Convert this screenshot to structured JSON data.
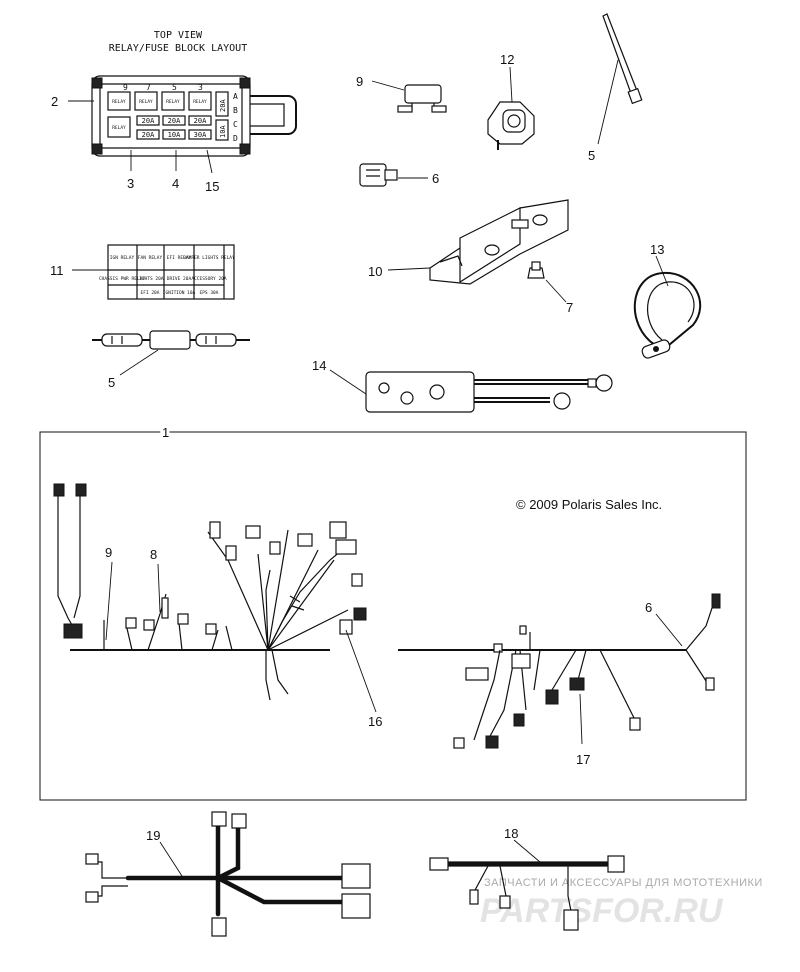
{
  "title": {
    "line1": "TOP VIEW",
    "line2": "RELAY/FUSE BLOCK LAYOUT"
  },
  "fuse_block": {
    "relay_label": "RELAY",
    "top_numbers": [
      "9",
      "7",
      "5",
      "3"
    ],
    "top_fuse": "20A",
    "bottom_fuses": [
      "20A",
      "20A",
      "20A"
    ],
    "lower_fuses": [
      "20A",
      "10A",
      "30A"
    ],
    "side_fuse": "10A",
    "side_letters": [
      "A",
      "B",
      "C",
      "D"
    ]
  },
  "label_card": {
    "cells_row1": [
      "IGN RELAY",
      "FAN RELAY",
      "EFI RELAY",
      "BAMPER LIGHTS RELAY"
    ],
    "cells_row2": [
      "CHASSIS PWR RELAY",
      "LIGHTS 20A",
      "DRIVE 20A",
      "ACCESSORY 20A"
    ],
    "cells_row3": [
      "",
      "EFI 20A",
      "IGNITION 10A",
      "EPS 30A"
    ]
  },
  "copyright": "© 2009 Polaris Sales Inc.",
  "callouts": [
    {
      "id": "c1",
      "text": "1"
    },
    {
      "id": "c2",
      "text": "2"
    },
    {
      "id": "c3",
      "text": "3"
    },
    {
      "id": "c4",
      "text": "4"
    },
    {
      "id": "c5a",
      "text": "5"
    },
    {
      "id": "c5b",
      "text": "5"
    },
    {
      "id": "c6a",
      "text": "6"
    },
    {
      "id": "c6b",
      "text": "6"
    },
    {
      "id": "c7",
      "text": "7"
    },
    {
      "id": "c8",
      "text": "8"
    },
    {
      "id": "c9a",
      "text": "9"
    },
    {
      "id": "c9b",
      "text": "9"
    },
    {
      "id": "c10",
      "text": "10"
    },
    {
      "id": "c11",
      "text": "11"
    },
    {
      "id": "c12",
      "text": "12"
    },
    {
      "id": "c13",
      "text": "13"
    },
    {
      "id": "c14",
      "text": "14"
    },
    {
      "id": "c15",
      "text": "15"
    },
    {
      "id": "c16",
      "text": "16"
    },
    {
      "id": "c17",
      "text": "17"
    },
    {
      "id": "c18",
      "text": "18"
    },
    {
      "id": "c19",
      "text": "19"
    }
  ],
  "watermark": {
    "line1": "ЗАПЧАСТИ И АКСЕССУАРЫ ДЛЯ МОТОТЕХНИКИ",
    "logo": "PARTSFOR.RU"
  }
}
